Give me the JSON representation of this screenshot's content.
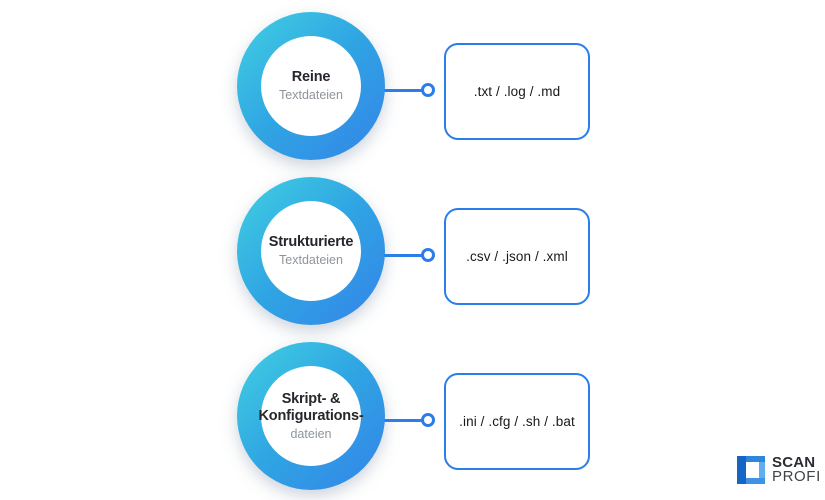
{
  "diagram": {
    "rows": [
      {
        "title": "Reine",
        "subtitle": "Textdateien",
        "extensions": ".txt / .log / .md"
      },
      {
        "title": "Strukturierte",
        "subtitle": "Textdateien",
        "extensions": ".csv / .json / .xml"
      },
      {
        "title": "Skript- &\nKonfigurations-",
        "subtitle": "dateien",
        "extensions": ".ini / .cfg / .sh / .bat"
      }
    ]
  },
  "logo": {
    "line1": "SCAN",
    "line2": "PROFI"
  },
  "colors": {
    "ring_gradient_start": "#41D0E1",
    "ring_gradient_end": "#3383E8",
    "connector": "#2B7DE9",
    "box_border": "#2B7DE9",
    "title_text": "#26262C",
    "subtitle_text": "#8F959C",
    "box_text": "#17181B",
    "logo_dark_blue": "#1565C4",
    "logo_light_blue": "#5FAEF0"
  }
}
